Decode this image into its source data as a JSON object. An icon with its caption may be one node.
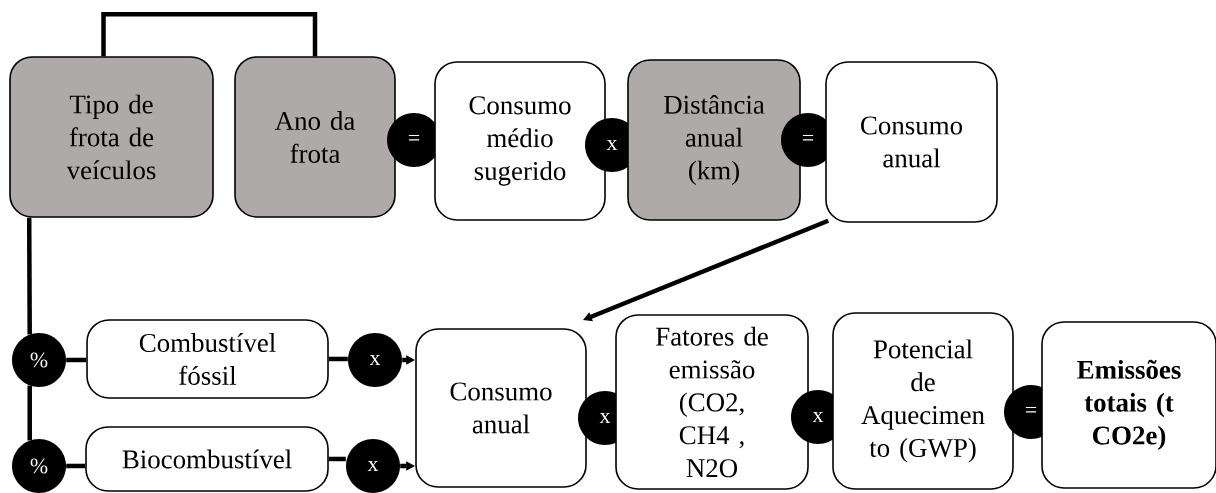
{
  "diagram": {
    "nodes": [
      {
        "text": [
          "Tipo de frota de veículos"
        ]
      },
      {
        "text": [
          "Ano da frota"
        ]
      },
      {
        "text": [
          "="
        ]
      },
      {
        "text": [
          "Consumo médio sugerido"
        ]
      },
      {
        "text": [
          "x"
        ]
      },
      {
        "text": [
          "Distância anual (km)"
        ]
      },
      {
        "text": [
          "="
        ]
      },
      {
        "text": [
          "Consumo anual"
        ]
      },
      {
        "text": [
          "%"
        ]
      },
      {
        "text": [
          "Combustível fóssil"
        ]
      },
      {
        "text": [
          "x"
        ]
      },
      {
        "text": [
          "%"
        ]
      },
      {
        "text": [
          "Biocombustível"
        ]
      },
      {
        "text": [
          "x"
        ]
      },
      {
        "text": [
          "Consumo anual"
        ]
      },
      {
        "text": [
          "x"
        ]
      },
      {
        "text": [
          "Fatores de emissão (CO2, CH4 , N2O"
        ]
      },
      {
        "text": [
          "x"
        ]
      },
      {
        "text": [
          "Potencial de Aquecimen to (GWP)"
        ]
      },
      {
        "text": [
          "="
        ]
      },
      {
        "text": [
          "Emissões totais (t CO2e)"
        ]
      }
    ],
    "edges": [
      {
        "from": 0,
        "to": 1,
        "arrow": "none"
      },
      {
        "from": 7,
        "to": 14,
        "arrow": "to"
      },
      {
        "from": 0,
        "to": 8,
        "arrow": "none"
      },
      {
        "from": 8,
        "to": 11,
        "arrow": "none"
      },
      {
        "from": 8,
        "to": 9,
        "arrow": "none"
      },
      {
        "from": 11,
        "to": 12,
        "arrow": "none"
      },
      {
        "from": 9,
        "to": 10,
        "arrow": "none"
      },
      {
        "from": 10,
        "to": 14,
        "arrow": "to"
      },
      {
        "from": 12,
        "to": 13,
        "arrow": "none"
      },
      {
        "from": 13,
        "to": 14,
        "arrow": "to"
      }
    ]
  }
}
